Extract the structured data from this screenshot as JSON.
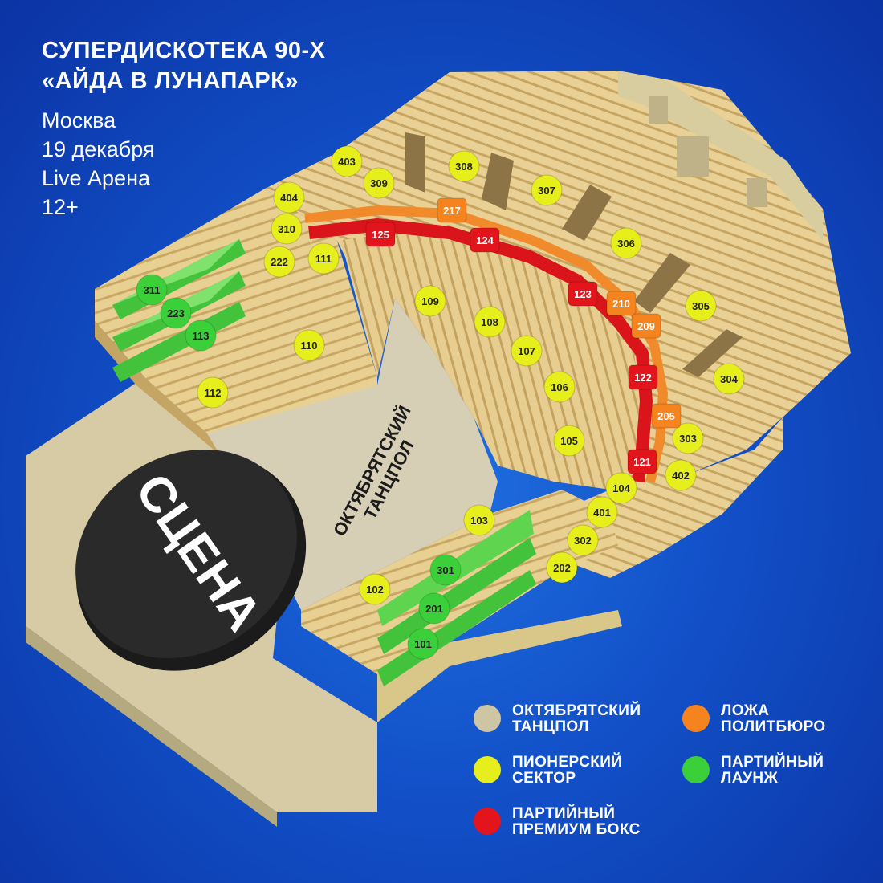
{
  "header": {
    "title_line1": "СУПЕРДИСКОТЕКА 90-Х",
    "title_line2": "«АЙДА В ЛУНАПАРК»",
    "city": "Москва",
    "date": "19 декабря",
    "venue": "Live Арена",
    "age": "12+"
  },
  "stage": {
    "label": "СЦЕНА"
  },
  "dance_floor": {
    "label_line1": "ОКТЯБРЯТСКИЙ",
    "label_line2": "ТАНЦПОЛ"
  },
  "colors": {
    "dance_floor": "#cdc5a4",
    "pioneer": "#e6ee1c",
    "premium_box": "#e2141c",
    "politburo": "#f5841f",
    "lounge": "#3bd03a",
    "seats": "#e6c98a"
  },
  "legend": [
    {
      "key": "dance_floor",
      "label": "ОКТЯБРЯТСКИЙ\nТАНЦПОЛ",
      "color": "#cdc5a4"
    },
    {
      "key": "politburo",
      "label": "ЛОЖА\nПОЛИТБЮРО",
      "color": "#f5841f"
    },
    {
      "key": "pioneer",
      "label": "ПИОНЕРСКИЙ\nСЕКТОР",
      "color": "#e6ee1c"
    },
    {
      "key": "lounge",
      "label": "ПАРТИЙНЫЙ\nЛАУНЖ",
      "color": "#3bd03a"
    },
    {
      "key": "premium_box",
      "label": "ПАРТИЙНЫЙ\nПРЕМИУМ БОКС",
      "color": "#e2141c"
    }
  ],
  "sectors": [
    {
      "id": "403",
      "type": "pioneer"
    },
    {
      "id": "309",
      "type": "pioneer"
    },
    {
      "id": "308",
      "type": "pioneer"
    },
    {
      "id": "307",
      "type": "pioneer"
    },
    {
      "id": "404",
      "type": "pioneer"
    },
    {
      "id": "310",
      "type": "pioneer"
    },
    {
      "id": "222",
      "type": "pioneer"
    },
    {
      "id": "111",
      "type": "pioneer"
    },
    {
      "id": "306",
      "type": "pioneer"
    },
    {
      "id": "305",
      "type": "pioneer"
    },
    {
      "id": "304",
      "type": "pioneer"
    },
    {
      "id": "109",
      "type": "pioneer"
    },
    {
      "id": "108",
      "type": "pioneer"
    },
    {
      "id": "107",
      "type": "pioneer"
    },
    {
      "id": "106",
      "type": "pioneer"
    },
    {
      "id": "105",
      "type": "pioneer"
    },
    {
      "id": "110",
      "type": "pioneer"
    },
    {
      "id": "112",
      "type": "pioneer"
    },
    {
      "id": "303",
      "type": "pioneer"
    },
    {
      "id": "402",
      "type": "pioneer"
    },
    {
      "id": "104",
      "type": "pioneer"
    },
    {
      "id": "401",
      "type": "pioneer"
    },
    {
      "id": "302",
      "type": "pioneer"
    },
    {
      "id": "202",
      "type": "pioneer"
    },
    {
      "id": "103",
      "type": "pioneer"
    },
    {
      "id": "102",
      "type": "pioneer"
    },
    {
      "id": "217",
      "type": "politburo"
    },
    {
      "id": "210",
      "type": "politburo"
    },
    {
      "id": "209",
      "type": "politburo"
    },
    {
      "id": "205",
      "type": "politburo"
    },
    {
      "id": "125",
      "type": "premium_box"
    },
    {
      "id": "124",
      "type": "premium_box"
    },
    {
      "id": "123",
      "type": "premium_box"
    },
    {
      "id": "122",
      "type": "premium_box"
    },
    {
      "id": "121",
      "type": "premium_box"
    },
    {
      "id": "311",
      "type": "lounge"
    },
    {
      "id": "223",
      "type": "lounge"
    },
    {
      "id": "113",
      "type": "lounge"
    },
    {
      "id": "301",
      "type": "lounge"
    },
    {
      "id": "201",
      "type": "lounge"
    },
    {
      "id": "101",
      "type": "lounge"
    }
  ]
}
